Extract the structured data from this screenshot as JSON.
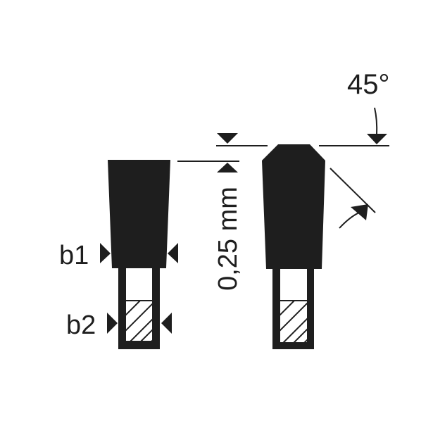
{
  "labels": {
    "b1": "b1",
    "b2": "b2",
    "projection": "0,25 mm",
    "angle": "45°"
  },
  "colors": {
    "ink": "#1e1e1e",
    "background": "#ffffff"
  }
}
